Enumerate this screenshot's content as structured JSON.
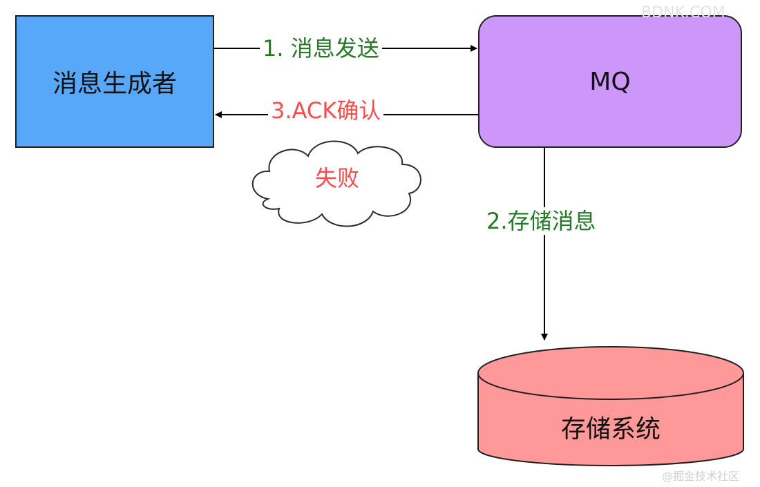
{
  "nodes": {
    "producer": "消息生成者",
    "mq": "MQ",
    "storage": "存储系统"
  },
  "edges": {
    "send": "1. 消息发送",
    "ack": "3.ACK确认",
    "store": "2.存储消息"
  },
  "annotation": {
    "failure": "失败"
  },
  "watermark": {
    "top": "BDNK.COM",
    "bottom": "@掘金技术社区"
  },
  "colors": {
    "producer_fill": "#57a8f8",
    "mq_fill": "#cd97fa",
    "storage_fill": "#ff9999",
    "success_text": "#237a23",
    "failure_text": "#fb4b4b"
  },
  "icons": {
    "failure_shape": "cloud-shape"
  }
}
